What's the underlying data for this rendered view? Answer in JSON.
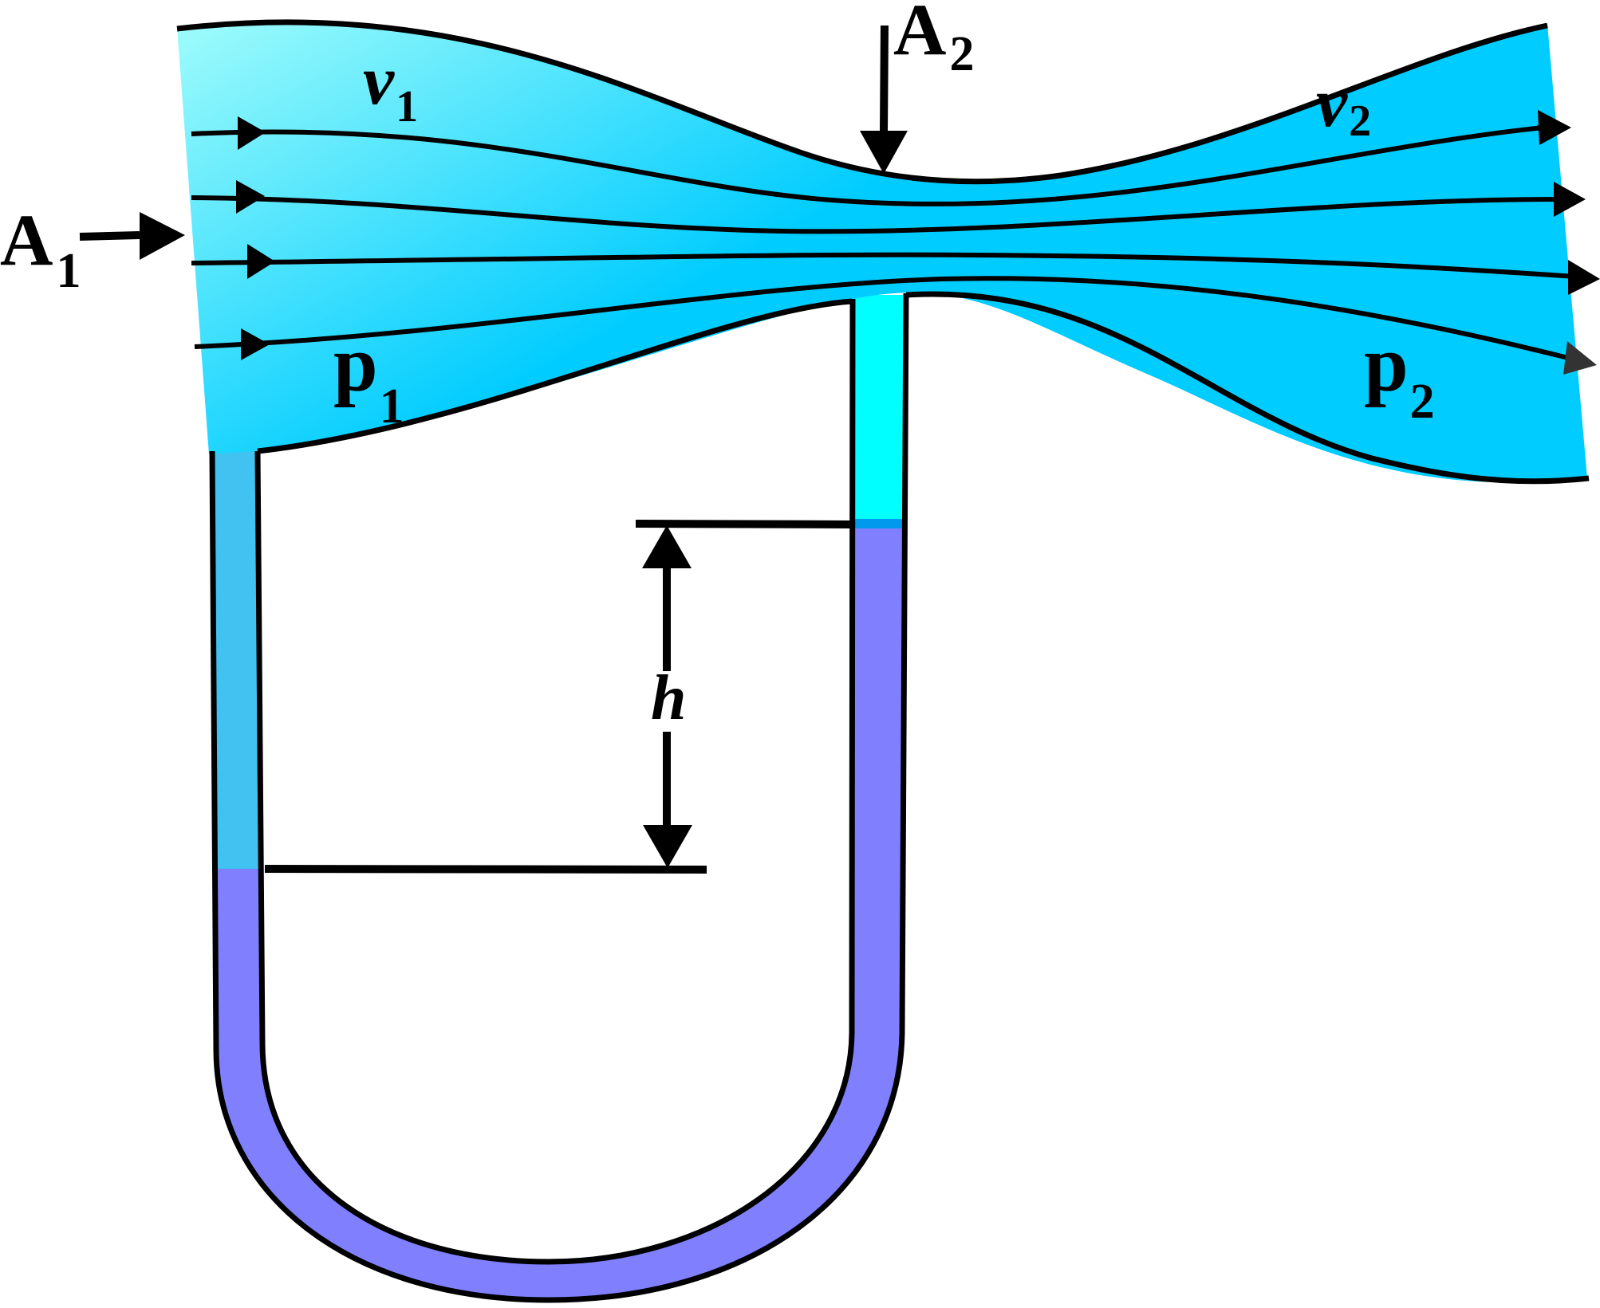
{
  "labels": {
    "a1_main": "A",
    "a1_sub": "1",
    "a2_main": "A",
    "a2_sub": "2",
    "v1_main": "v",
    "v1_sub": "1",
    "v2_main": "v",
    "v2_sub": "2",
    "p1_main": "p",
    "p1_sub": "1",
    "p2_main": "p",
    "p2_sub": "2",
    "h": "h"
  },
  "colors": {
    "pipe_fluid_light": "#9ffcfb",
    "pipe_fluid": "#00ccff",
    "left_column": "#41c2f0",
    "right_column": "#00ffff",
    "manometer_liquid": "#8080ff",
    "interface": "#0099ee",
    "outline": "#000000"
  }
}
